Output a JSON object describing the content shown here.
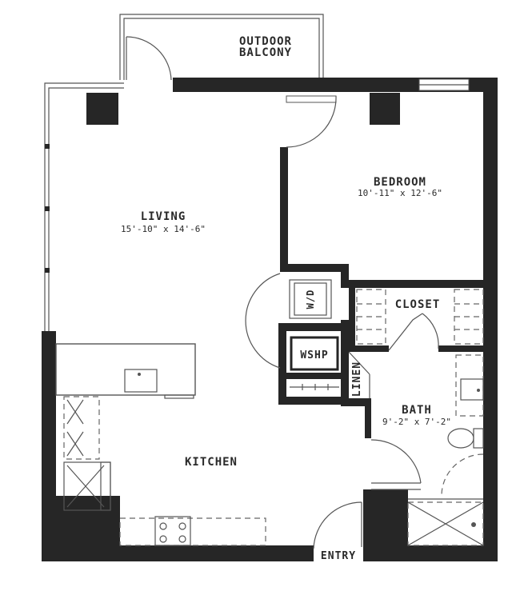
{
  "rooms": {
    "balcony_line1": "OUTDOOR",
    "balcony_line2": "BALCONY",
    "living": "LIVING",
    "living_dim": "15'-10\" x 14'-6\"",
    "bedroom": "BEDROOM",
    "bedroom_dim": "10'-11\" x 12'-6\"",
    "closet": "CLOSET",
    "wd": "W/D",
    "wshp": "WSHP",
    "linen": "LINEN",
    "bath": "BATH",
    "bath_dim": "9'-2\" x 7'-2\"",
    "kitchen": "KITCHEN",
    "entry": "ENTRY"
  },
  "colors": {
    "wall": "#262626",
    "line": "#555555",
    "background": "#ffffff"
  }
}
